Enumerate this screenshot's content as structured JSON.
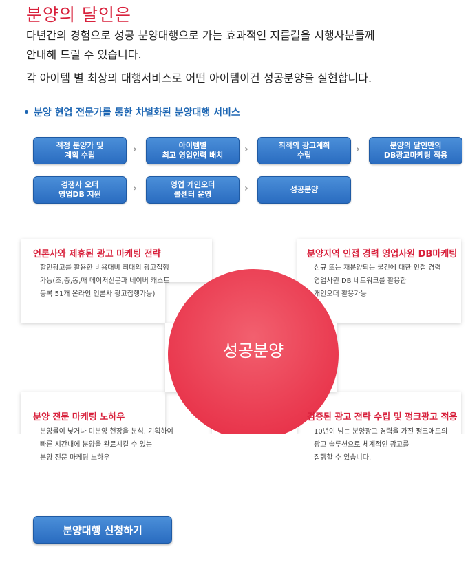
{
  "header": {
    "title": "분양의 달인은",
    "intro_line1": "다년간의 경험으로 성공 분양대행으로 가는 효과적인 지름길을 시행사분들께\n안내해 드릴 수 있습니다.",
    "intro_line2": "각 아이템 별 최상의 대행서비스로 어떤 아이템이건 성공분양을 실현합니다."
  },
  "process": {
    "heading": "분양 현업 전문가를 통한 차별화된 분양대행 서비스",
    "steps": [
      "적정 분양가 및\n계획 수립",
      "아이템별\n최고 영업인력 배치",
      "최적의 광고계획\n수립",
      "분양의 달인만의\nDB광고마케팅 적용",
      "경쟁사 오더\n영업DB 지원",
      "영업 개인오더\n콜센터 운영",
      "성공분양"
    ]
  },
  "diagram": {
    "center_label": "성공분양",
    "features": [
      {
        "title": "언론사와 제휴된 광고 마케팅 전략",
        "text": "할인광고를 활용한 비용대비 최대의 광고집행\n가능(조,중,동,매 메이저신문과 네이버 캐스트\n등록 51개 온라인 언론사 광고집행가능)"
      },
      {
        "title": "분양지역 인접 경력 영업사원 DB마케팅",
        "text": "신규 또는 재분양되는 물건에 대한 인접 경력\n영업사원 DB 네트워크를 활용한\n개인오더 활용가능"
      },
      {
        "title": "분양 전문 마케팅 노하우",
        "text": "분양률이 낮거나 미분양 현장을 분석, 기획하여\n빠른 시간내에 분양을 완료시킬 수 있는\n분양 전문 마케팅 노하우"
      },
      {
        "title": "검증된 광고 전략 수립 및 펑크광고 적용",
        "text": "10년이 넘는 분양광고 경력을 가진 펑크애드의\n광고 솔루션으로 체계적인 광고를\n집행할 수 있습니다."
      }
    ],
    "colors": {
      "accent": "#d8213c",
      "circle": "#e8334a"
    }
  },
  "cta": {
    "label": "분양대행 신청하기"
  }
}
